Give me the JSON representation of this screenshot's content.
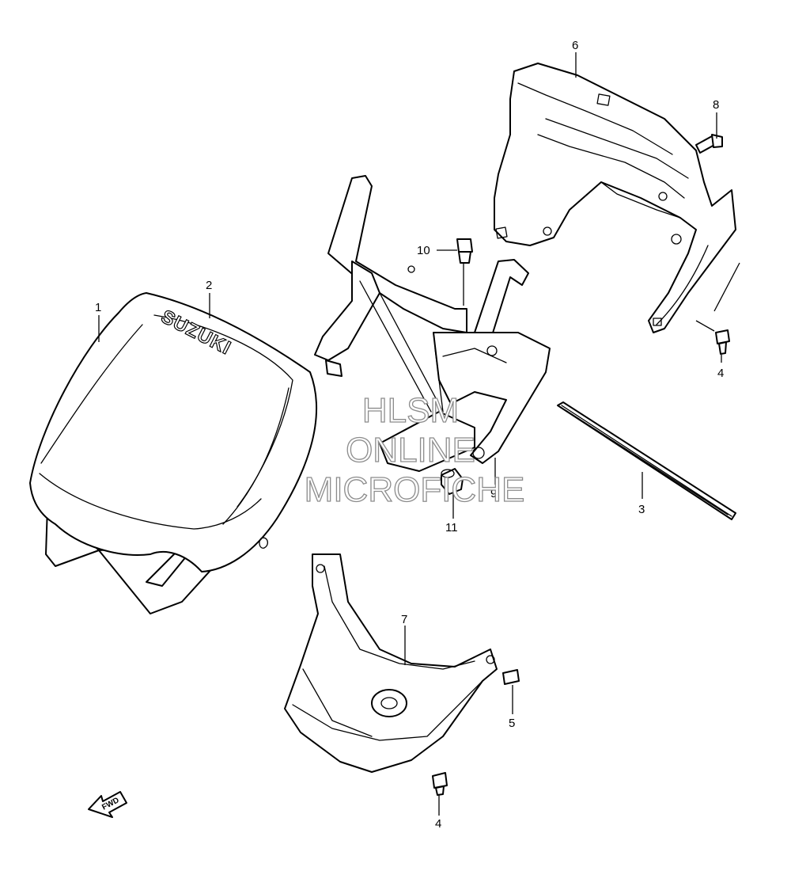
{
  "parts": [
    {
      "id": "1",
      "label": "1"
    },
    {
      "id": "2",
      "label": "2"
    },
    {
      "id": "3",
      "label": "3"
    },
    {
      "id": "4a",
      "label": "4"
    },
    {
      "id": "4b",
      "label": "4"
    },
    {
      "id": "5",
      "label": "5"
    },
    {
      "id": "6",
      "label": "6"
    },
    {
      "id": "7",
      "label": "7"
    },
    {
      "id": "8",
      "label": "8"
    },
    {
      "id": "9",
      "label": "9"
    },
    {
      "id": "10",
      "label": "10"
    },
    {
      "id": "11",
      "label": "11"
    }
  ],
  "emblem_text": "SUZUKI",
  "watermark": {
    "line1": "HLSM",
    "line2": "ONLINE",
    "line3": "MICROFICHE"
  },
  "fwd_arrow_text": "FWD",
  "colors": {
    "line": "#000000",
    "background": "#ffffff",
    "watermark": "#8c8c8c"
  }
}
